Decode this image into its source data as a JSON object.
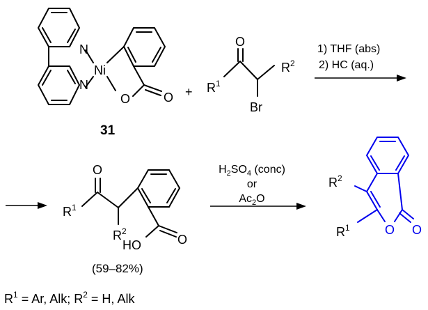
{
  "complex": {
    "atoms": {
      "n_top": "N",
      "n_bottom": "N",
      "ni": "Ni",
      "o": "O",
      "o_carbonyl": "O"
    },
    "label": "31"
  },
  "plus": "+",
  "bromoketone": {
    "o": "O",
    "r1": {
      "main": "R",
      "sup": "1"
    },
    "r2": {
      "main": "R",
      "sup": "2"
    },
    "br": "Br"
  },
  "conditions_1": {
    "line1": "1) THF (abs)",
    "line2": "2) HC (aq.)"
  },
  "acid_product": {
    "o_ketone": "O",
    "r1": {
      "main": "R",
      "sup": "1"
    },
    "r2": {
      "main": "R",
      "sup": "2"
    },
    "ho": "HO",
    "o_acid": "O",
    "yield": "(59–82%)"
  },
  "conditions_2": {
    "line1": {
      "a": "H",
      "sub1": "2",
      "b": "SO",
      "sub2": "4",
      "c": " (conc)"
    },
    "line2": "or",
    "line3": {
      "a": "Ac",
      "sub": "2",
      "b": "O"
    }
  },
  "isocoumarin": {
    "r2": {
      "main": "R",
      "sup": "2"
    },
    "r1": {
      "main": "R",
      "sup": "1"
    },
    "o_ring": "O",
    "o_carbonyl": "O",
    "color": "#0000ee"
  },
  "footnote": {
    "r1": "R",
    "sup1": "1",
    "mid": " = Ar, Alk; R",
    "sup2": "2",
    "end": " = H, Alk"
  }
}
